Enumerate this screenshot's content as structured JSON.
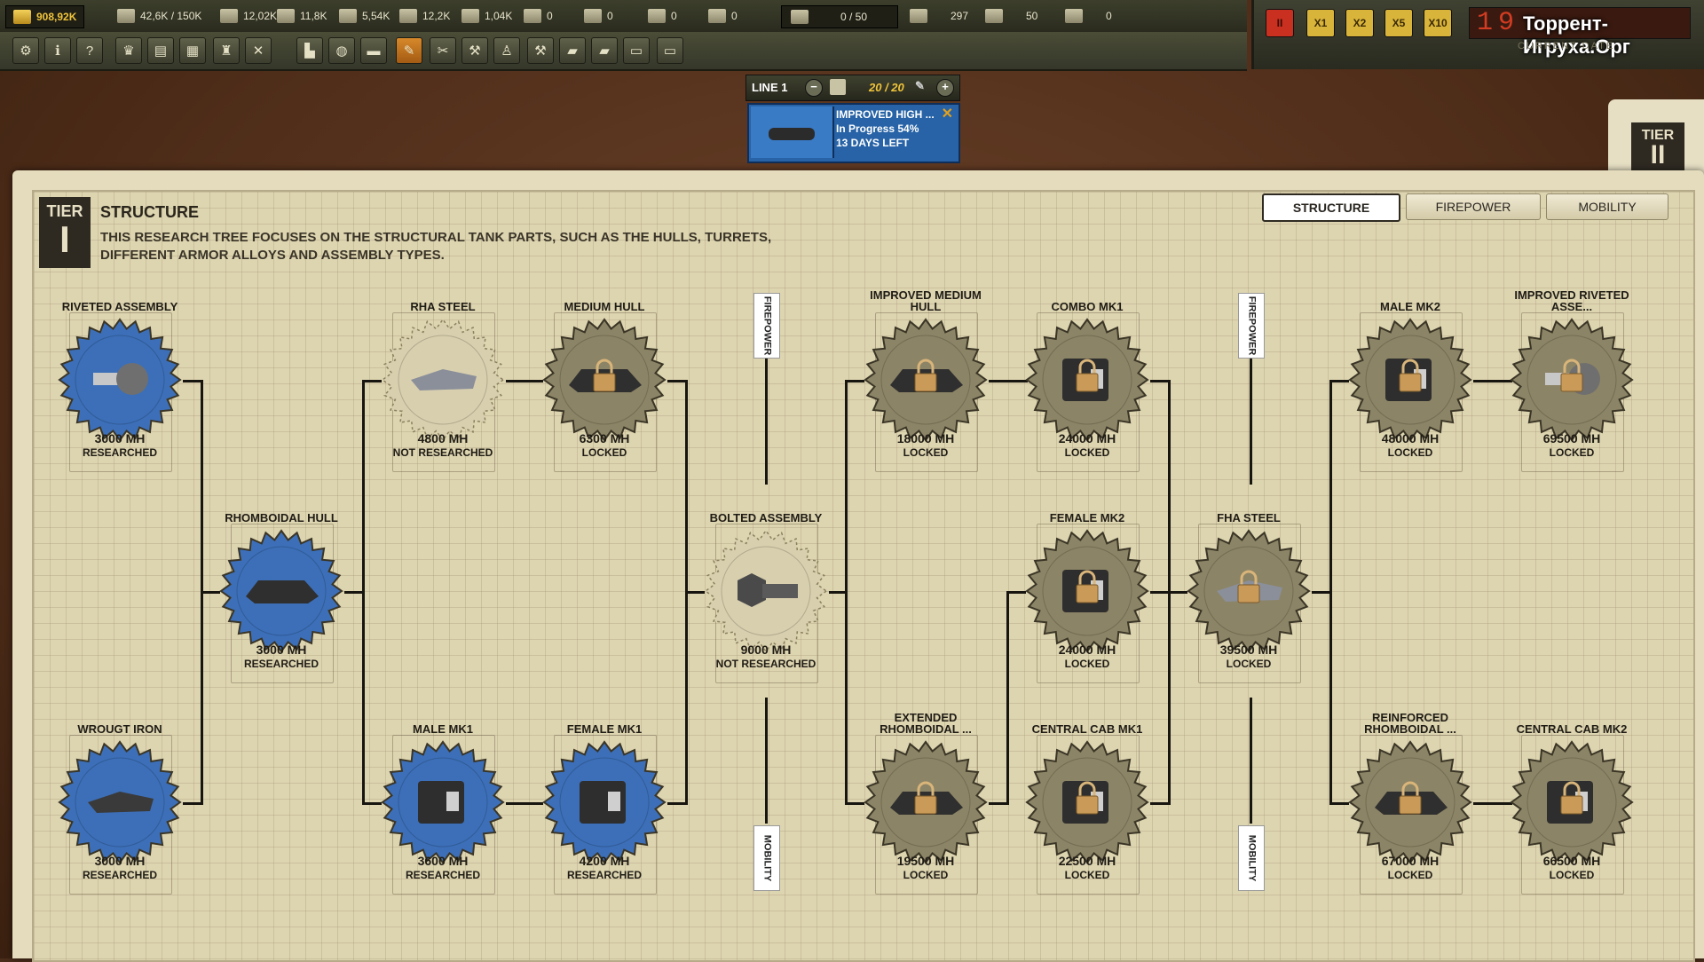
{
  "topbar": {
    "money": "908,92K",
    "resources": [
      {
        "icon": "steel-icon",
        "value": "42,6K / 150K"
      },
      {
        "icon": "wood-icon",
        "value": "12,02K"
      },
      {
        "icon": "gear-parts-icon",
        "value": "11,8K"
      },
      {
        "icon": "rubber-icon",
        "value": "5,54K"
      },
      {
        "icon": "plates-icon",
        "value": "12,2K"
      },
      {
        "icon": "fuel-icon",
        "value": "1,04K"
      },
      {
        "icon": "ammo-icon",
        "value": "0"
      },
      {
        "icon": "oil-icon",
        "value": "0"
      },
      {
        "icon": "armor-icon",
        "value": "0"
      },
      {
        "icon": "bars-icon",
        "value": "0"
      }
    ],
    "tanks": "0 / 50",
    "workers": [
      {
        "icon": "engineer-icon",
        "value": "297"
      },
      {
        "icon": "worker-icon",
        "value": "50"
      },
      {
        "icon": "scientist-icon",
        "value": "0"
      }
    ]
  },
  "toolbar": {
    "buttons": [
      "settings-icon",
      "info-icon",
      "help-icon",
      "trophy-icon",
      "ledger-icon",
      "document-icon",
      "soldier-icon",
      "crossed-swords-icon",
      "factory-icon",
      "globe-icon",
      "shop-icon",
      "research-icon",
      "tools-icon",
      "wrench-icon",
      "worker-icon",
      "hammer-icon",
      "tank-icon",
      "tank-lines-icon",
      "truck-icon",
      "cart-icon"
    ]
  },
  "speed": {
    "buttons": [
      "II",
      "X1",
      "X2",
      "X5",
      "X10"
    ],
    "date_digits": "19",
    "watermark": "Торрент-Игруха.Орг",
    "date_label": "CURRENT DATE",
    "colors": {
      "pause": "#c9301f",
      "speed": "#d9b43a"
    }
  },
  "production_line": {
    "label": "LINE 1",
    "crew": "20 / 20",
    "item_title": "IMPROVED HIGH ...",
    "item_status": "In Progress  54%",
    "progress": 54,
    "days_left": "13 DAYS LEFT"
  },
  "side_tab": {
    "tier": "TIER",
    "numeral": "II"
  },
  "panel": {
    "tier_label": "TIER",
    "tier_numeral": "I",
    "title": "STRUCTURE",
    "description": "THIS RESEARCH TREE FOCUSES ON THE STRUCTURAL TANK PARTS, SUCH AS THE HULLS, TURRETS, DIFFERENT ARMOR ALLOYS AND ASSEMBLY TYPES.",
    "tabs": [
      "STRUCTURE",
      "FIREPOWER",
      "MOBILITY"
    ],
    "separators": {
      "top": "FIREPOWER",
      "bottom": "MOBILITY"
    }
  },
  "nodes": [
    {
      "name": "RIVETED ASSEMBLY",
      "mh": "3000 MH",
      "status": "RESEARCHED",
      "icon": "rivet-icon"
    },
    {
      "name": "RHOMBOIDAL HULL",
      "mh": "3000 MH",
      "status": "RESEARCHED",
      "icon": "hull-icon"
    },
    {
      "name": "WROUGT IRON",
      "mh": "3000 MH",
      "status": "RESEARCHED",
      "icon": "iron-plate-icon"
    },
    {
      "name": "RHA STEEL",
      "mh": "4800 MH",
      "status": "NOT RESEARCHED",
      "icon": "steel-plate-icon"
    },
    {
      "name": "MEDIUM  HULL",
      "mh": "6300 MH",
      "status": "LOCKED",
      "icon": "hull-icon"
    },
    {
      "name": "MALE MK1",
      "mh": "3600 MH",
      "status": "RESEARCHED",
      "icon": "sponson-icon"
    },
    {
      "name": "FEMALE MK1",
      "mh": "4200 MH",
      "status": "RESEARCHED",
      "icon": "sponson-icon"
    },
    {
      "name": "BOLTED ASSEMBLY",
      "mh": "9000 MH",
      "status": "NOT RESEARCHED",
      "icon": "bolt-icon"
    },
    {
      "name": "IMPROVED MEDIUM  HULL",
      "mh": "18000 MH",
      "status": "LOCKED",
      "icon": "hull-icon"
    },
    {
      "name": "EXTENDED RHOMBOIDAL ...",
      "mh": "19500 MH",
      "status": "LOCKED",
      "icon": "hull-icon"
    },
    {
      "name": "COMBO MK1",
      "mh": "24000 MH",
      "status": "LOCKED",
      "icon": "sponson-icon"
    },
    {
      "name": "FEMALE MK2",
      "mh": "24000 MH",
      "status": "LOCKED",
      "icon": "sponson-icon"
    },
    {
      "name": "CENTRAL CAB MK1",
      "mh": "22500 MH",
      "status": "LOCKED",
      "icon": "cab-icon"
    },
    {
      "name": "FHA STEEL",
      "mh": "39500 MH",
      "status": "LOCKED",
      "icon": "steel-plate-icon"
    },
    {
      "name": "MALE MK2",
      "mh": "48000 MH",
      "status": "LOCKED",
      "icon": "sponson-icon"
    },
    {
      "name": "REINFORCED RHOMBOIDAL ...",
      "mh": "67000 MH",
      "status": "LOCKED",
      "icon": "hull-icon"
    },
    {
      "name": "IMPROVED RIVETED ASSE...",
      "mh": "69500 MH",
      "status": "LOCKED",
      "icon": "rivet-icon"
    },
    {
      "name": "CENTRAL CAB MK2",
      "mh": "66500 MH",
      "status": "LOCKED",
      "icon": "cab-icon"
    }
  ],
  "status_colors": {
    "RESEARCHED": "#3c6fb8",
    "NOT RESEARCHED": "#d8cfae",
    "LOCKED": "#8c8466"
  }
}
